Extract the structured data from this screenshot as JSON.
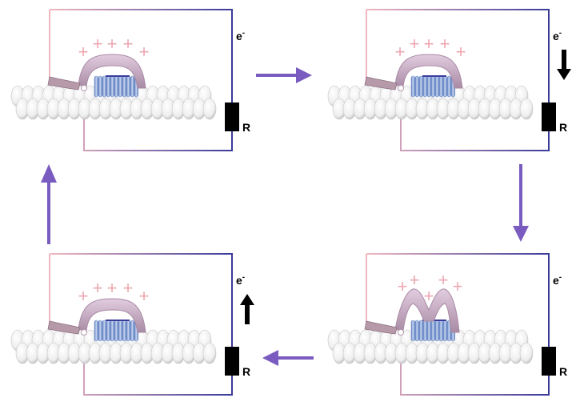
{
  "colors": {
    "wire_start": "#f2b8c0",
    "wire_end": "#3a3c9c",
    "plus": "#eea8b0",
    "arrow": "#7a5cc0",
    "gel_dark": "#a88aa4",
    "gel_light": "#e2cde0",
    "coil": "#a9c0e6",
    "coil_dark": "#5f7fc0",
    "fabric": "#eeeeee",
    "resistor": "#000000",
    "current_arrow": "#000000"
  },
  "panels": [
    {
      "id": "p1",
      "electron_label": "e-",
      "resistor_label": "R",
      "current_arrow": "none",
      "gel_shape": "arch",
      "plus_count": 5
    },
    {
      "id": "p2",
      "electron_label": "e-",
      "resistor_label": "R",
      "current_arrow": "down",
      "gel_shape": "arch",
      "plus_count": 5
    },
    {
      "id": "p3",
      "electron_label": "e-",
      "resistor_label": "R",
      "current_arrow": "none",
      "gel_shape": "m",
      "plus_count": 5
    },
    {
      "id": "p4",
      "electron_label": "e-",
      "resistor_label": "R",
      "current_arrow": "up",
      "gel_shape": "arch",
      "plus_count": 5
    }
  ],
  "cycle_arrows": [
    {
      "id": "right",
      "icon": "arrow-right-icon"
    },
    {
      "id": "down",
      "icon": "arrow-down-icon"
    },
    {
      "id": "left",
      "icon": "arrow-left-icon"
    },
    {
      "id": "up",
      "icon": "arrow-up-icon"
    }
  ]
}
